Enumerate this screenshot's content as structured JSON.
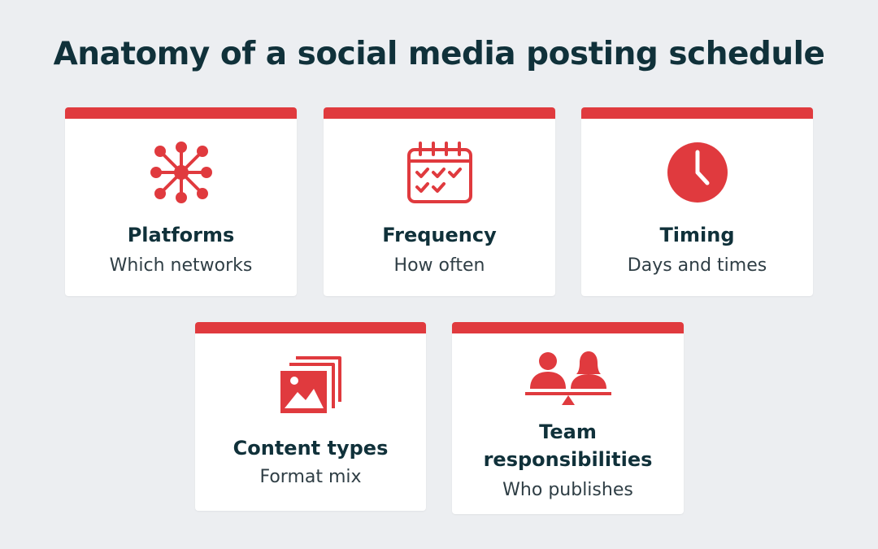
{
  "title": "Anatomy of a social media posting schedule",
  "colors": {
    "accent": "#e03a3e",
    "text": "#10313a",
    "background": "#eceef1",
    "card": "#ffffff"
  },
  "cards": [
    {
      "name": "Platforms",
      "description": "Which networks",
      "icon": "network-hub-icon"
    },
    {
      "name": "Frequency",
      "description": "How often",
      "icon": "calendar-check-icon"
    },
    {
      "name": "Timing",
      "description": "Days and times",
      "icon": "clock-icon"
    },
    {
      "name": "Content types",
      "description": "Format mix",
      "icon": "image-stack-icon"
    },
    {
      "name": "Team responsibilities",
      "description": "Who publishes",
      "icon": "team-balance-icon"
    }
  ]
}
